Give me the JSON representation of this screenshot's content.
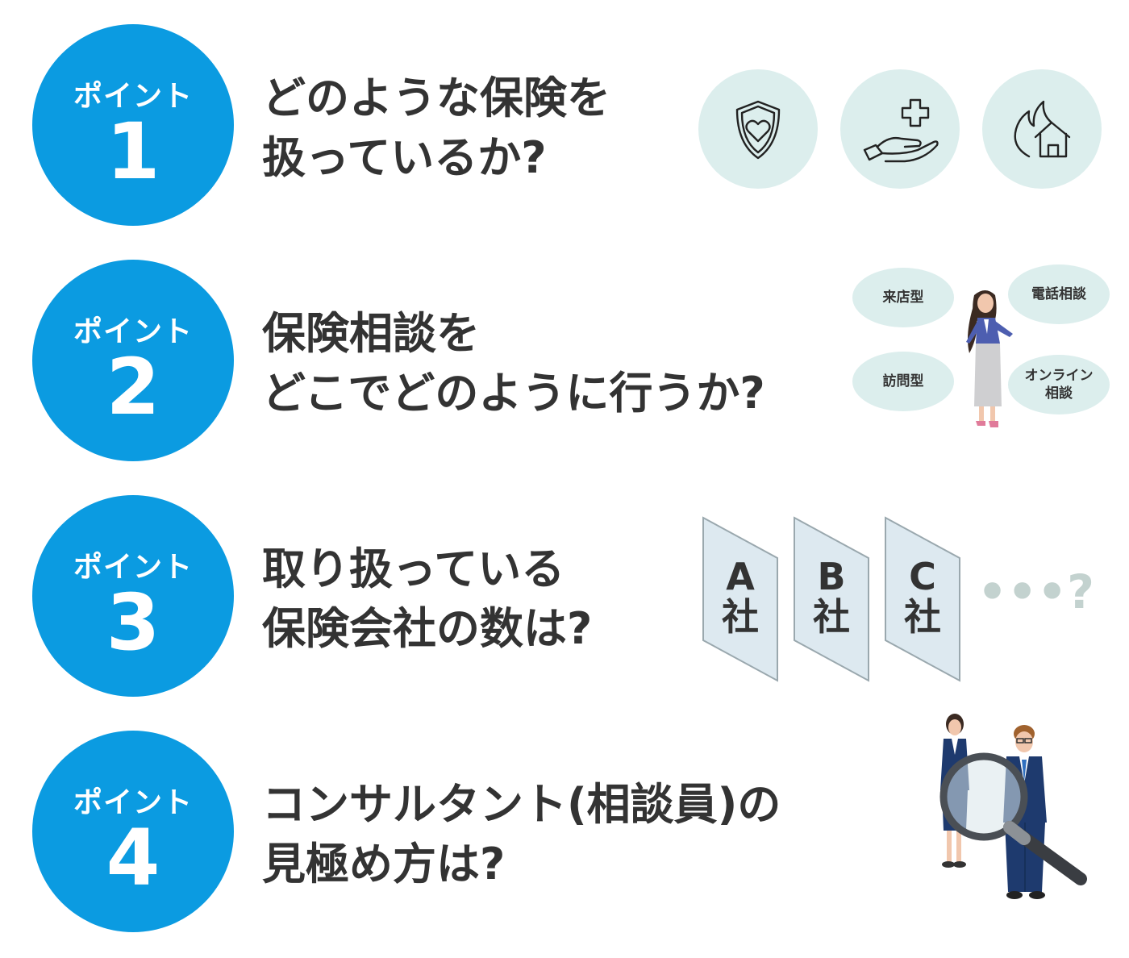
{
  "rows": [
    {
      "badge_label": "ポイント",
      "badge_number": "1",
      "title_lines": [
        "どのような保険を",
        "扱っているか?"
      ]
    },
    {
      "badge_label": "ポイント",
      "badge_number": "2",
      "title_lines": [
        "保険相談を",
        "どこでどのように行うか?"
      ]
    },
    {
      "badge_label": "ポイント",
      "badge_number": "3",
      "title_lines": [
        "取り扱っている",
        "保険会社の数は?"
      ]
    },
    {
      "badge_label": "ポイント",
      "badge_number": "4",
      "title_lines": [
        "コンサルタント(相談員)の",
        "見極め方は?"
      ]
    }
  ],
  "insurance_icons": [
    "shield-heart-icon",
    "hand-medical-cross-icon",
    "fire-house-icon"
  ],
  "consult_bubbles": {
    "top_left": "来店型",
    "top_right": "電話相談",
    "bottom_left": "訪問型",
    "bottom_right_line1": "オンライン",
    "bottom_right_line2": "相談"
  },
  "companies": [
    {
      "letter": "A",
      "suffix": "社"
    },
    {
      "letter": "B",
      "suffix": "社"
    },
    {
      "letter": "C",
      "suffix": "社"
    }
  ],
  "more_indicator": "•••?",
  "colors": {
    "badge": "#0b9be1",
    "title_text": "#333333",
    "icon_circle": "#dceeed",
    "panel_fill": "#dde9f0",
    "panel_edge": "#9aa8ae",
    "navy_suit": "#1e3a6e",
    "muted": "#c3d2cf"
  }
}
